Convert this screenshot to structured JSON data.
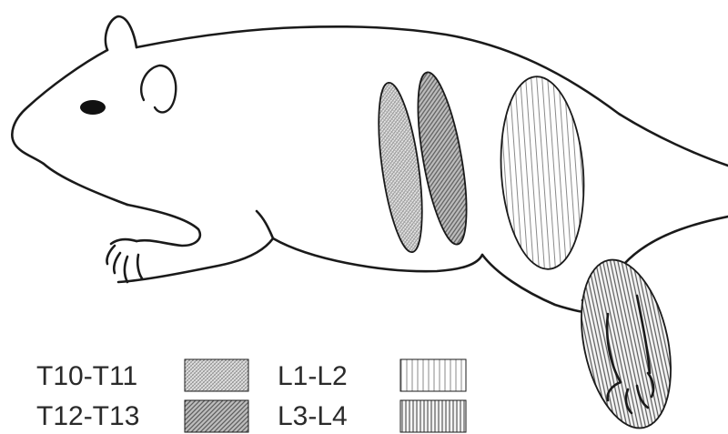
{
  "figure": {
    "subject": "rat-body-outline",
    "regions": [
      {
        "id": "t10-t11",
        "label": "T10-T11",
        "pattern": "fine-crosshatch-dots",
        "color": "#9a9a9a"
      },
      {
        "id": "t12-t13",
        "label": "T12-T13",
        "pattern": "diagonal-hatch",
        "color": "#6a6a6a"
      },
      {
        "id": "l1-l2",
        "label": "L1-L2",
        "pattern": "sparse-vertical-lines",
        "color": "#8a8a8a"
      },
      {
        "id": "l3-l4",
        "label": "L3-L4",
        "pattern": "dense-vertical-lines",
        "color": "#5a5a5a"
      }
    ]
  },
  "legend": {
    "items": [
      {
        "label": "T10-T11"
      },
      {
        "label": "T12-T13"
      },
      {
        "label": "L1-L2"
      },
      {
        "label": "L3-L4"
      }
    ]
  },
  "colors": {
    "outline": "#1a1a1a",
    "background": "#ffffff",
    "text": "#2a2a2a"
  }
}
